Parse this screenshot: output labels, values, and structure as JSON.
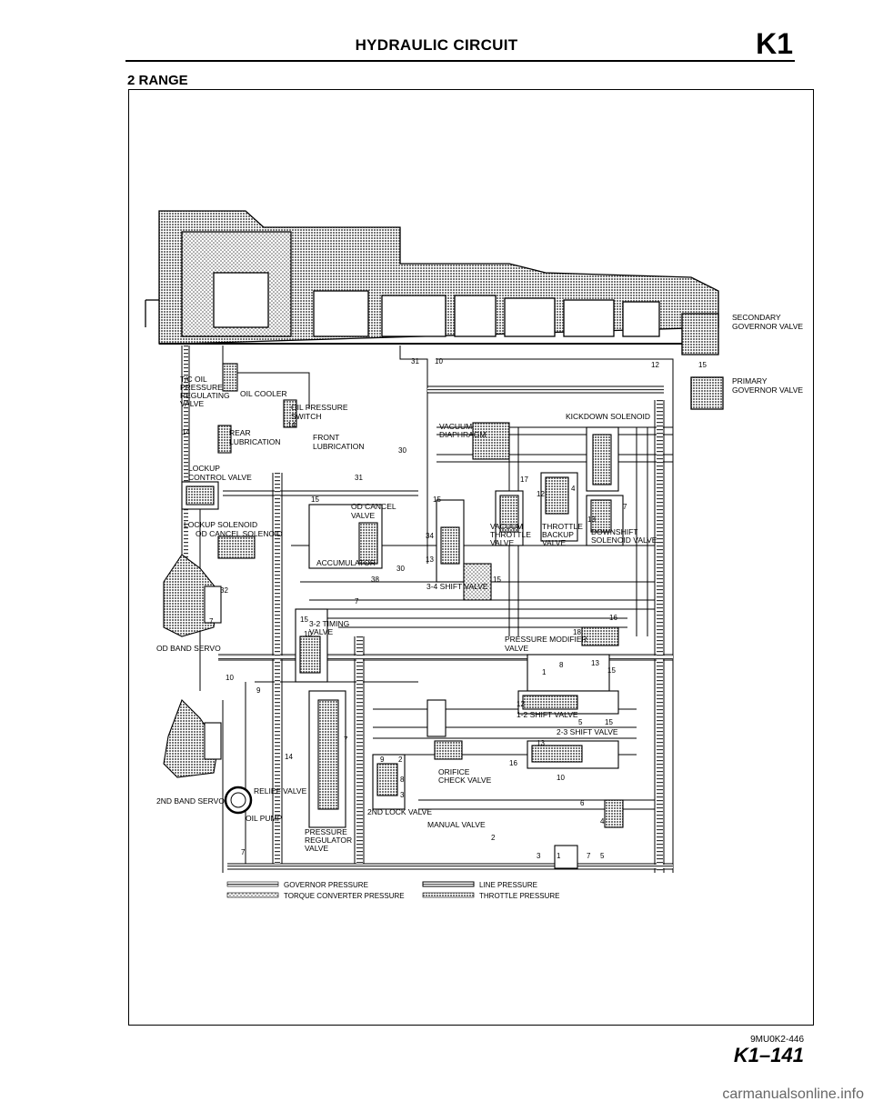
{
  "header": {
    "title": "HYDRAULIC CIRCUIT",
    "code": "K1"
  },
  "section": "2 RANGE",
  "labels": {
    "secondary_governor": [
      "SECONDARY",
      "GOVERNOR VALVE"
    ],
    "primary_governor": [
      "PRIMARY",
      "GOVERNOR VALVE"
    ],
    "tc_oil": [
      "T/C OIL",
      "PRESSURE",
      "REGULATING",
      "VALVE"
    ],
    "oil_cooler": "OIL COOLER",
    "oil_pressure_switch": [
      "OIL PRESSURE",
      "SWITCH"
    ],
    "rear_lubrication": [
      "REAR",
      "LUBRICATION"
    ],
    "front_lubrication": [
      "FRONT",
      "LUBRICATION"
    ],
    "lockup_control": [
      "LOCKUP",
      "CONTROL VALVE"
    ],
    "vacuum_diaphragm": [
      "VACUUM",
      "DIAPHRAGM"
    ],
    "kickdown_solenoid": "KICKDOWN SOLENOID",
    "od_cancel": [
      "OD CANCEL",
      "VALVE"
    ],
    "lockup_solenoid": "LOCKUP SOLENOID",
    "od_cancel_solenoid": "OD CANCEL SOLENOID",
    "accumulator": "ACCUMULATOR",
    "vacuum_throttle": [
      "VACUUM",
      "THROTTLE",
      "VALVE"
    ],
    "throttle_backup": [
      "THROTTLE",
      "BACKUP",
      "VALVE"
    ],
    "downshift_solenoid": [
      "DOWNSHIFT",
      "SOLENOID VALVE"
    ],
    "shift_34": "3-4 SHIFT VALVE",
    "timing_32": [
      "3-2 TIMING",
      "VALVE"
    ],
    "od_band_servo": "OD BAND SERVO",
    "pressure_modifier": [
      "PRESSURE MODIFIER",
      "VALVE"
    ],
    "shift_12": "1-2 SHIFT VALVE",
    "shift_23": "2-3 SHIFT VALVE",
    "orifice_check": [
      "ORIFICE",
      "CHECK VALVE"
    ],
    "second_band_servo": "2ND BAND SERVO",
    "relief_valve": "RELIEF VALVE",
    "second_lock": "2ND LOCK VALVE",
    "oil_pump": "OIL PUMP",
    "pressure_regulator": [
      "PRESSURE",
      "REGULATOR",
      "VALVE"
    ],
    "manual_valve": "MANUAL VALVE"
  },
  "numbers": [
    "31",
    "10",
    "12",
    "15",
    "14",
    "30",
    "31",
    "15",
    "34",
    "13",
    "16",
    "18",
    "8",
    "13",
    "1",
    "15",
    "12",
    "5",
    "15",
    "13",
    "16",
    "10",
    "6",
    "4",
    "3",
    "1",
    "7",
    "5",
    "2",
    "7",
    "15",
    "10",
    "32",
    "7",
    "38",
    "30",
    "9",
    "10",
    "14",
    "7",
    "9",
    "2",
    "8",
    "3",
    "17",
    "12",
    "4",
    "13",
    "7",
    "15",
    "15",
    "14",
    "7"
  ],
  "legend": {
    "governor": "GOVERNOR PRESSURE",
    "torque_converter": "TORQUE CONVERTER PRESSURE",
    "line": "LINE PRESSURE",
    "throttle": "THROTTLE PRESSURE"
  },
  "colors": {
    "ink": "#000000",
    "hatch": "#6e6e6e",
    "paper": "#ffffff"
  },
  "footer": {
    "doc_id": "9MU0K2-446",
    "page": "K1–141",
    "site": "carmanualsonline.info"
  }
}
